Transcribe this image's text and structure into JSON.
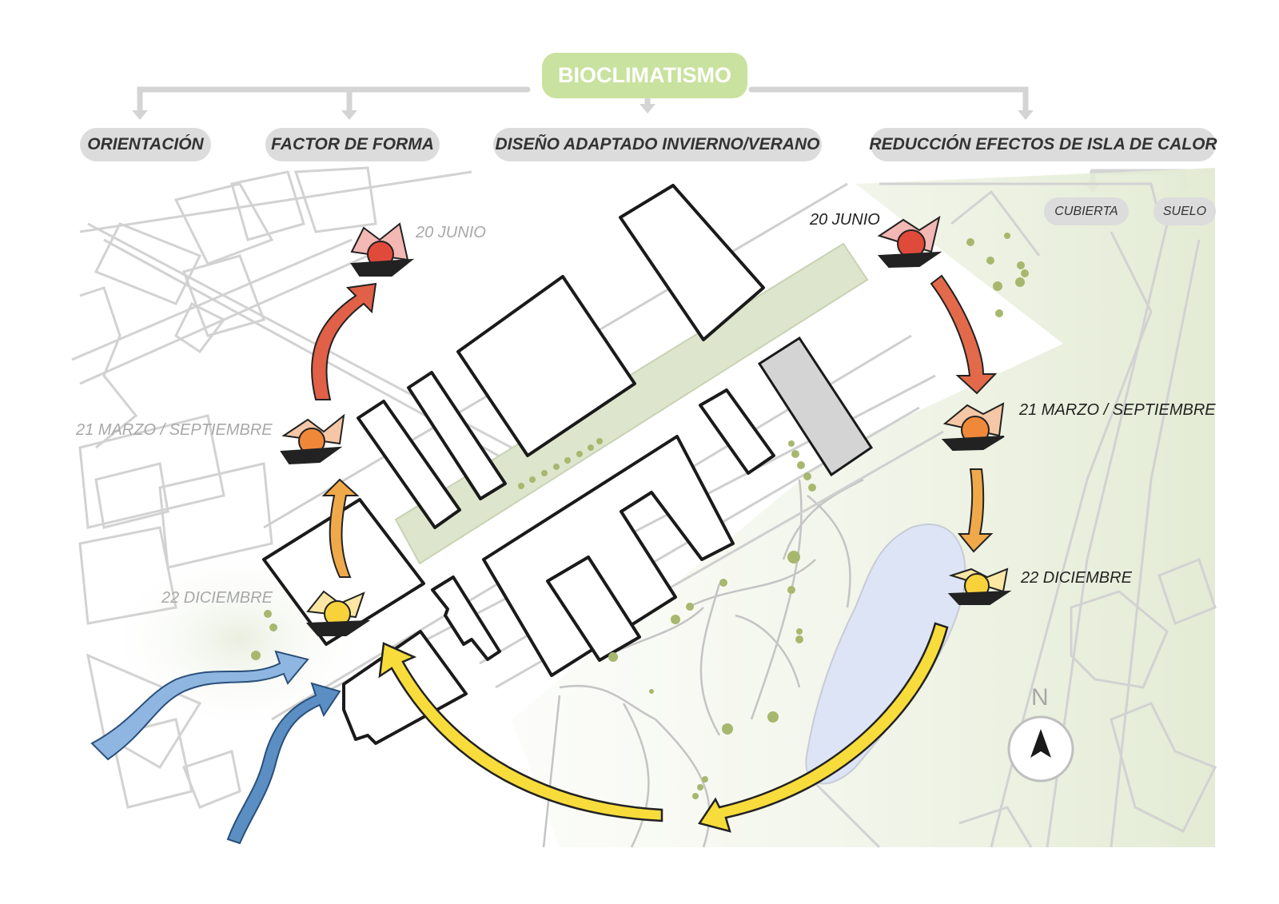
{
  "title": "BIOCLIMATISMO",
  "categories": [
    {
      "id": "orientacion",
      "label": "ORIENTACIÓN"
    },
    {
      "id": "factor",
      "label": "FACTOR DE FORMA"
    },
    {
      "id": "diseno",
      "label": "DISEÑO ADAPTADO INVIERNO/VERANO"
    },
    {
      "id": "reduccion",
      "label": "REDUCCIÓN EFECTOS DE ISLA DE CALOR"
    }
  ],
  "subcategories": {
    "cubierta": "CUBIERTA",
    "suelo": "SUELO"
  },
  "sun_labels_left": {
    "junio": "20  JUNIO",
    "marzo": "21  MARZO / SEPTIEMBRE",
    "diciembre": "22  DICIEMBRE"
  },
  "sun_labels_right": {
    "junio": "20  JUNIO",
    "marzo": "21  MARZO / SEPTIEMBRE",
    "diciembre": "22  DICIEMBRE"
  },
  "compass": {
    "north": "N"
  },
  "colors": {
    "title_bg": "#c9e29f",
    "pill_bg": "#dcdcdc",
    "green_area": "#dde5cc",
    "lake": "#dde4f5",
    "sun_june": "#e04a3a",
    "sun_march": "#f0883a",
    "sun_december": "#f7d23a",
    "wind": "#5b8fc4"
  }
}
